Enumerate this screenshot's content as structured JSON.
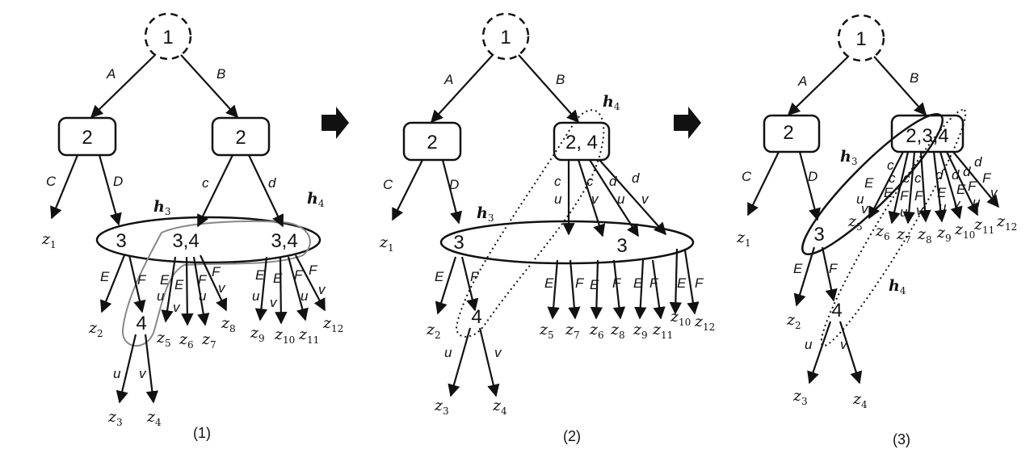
{
  "panels": [
    {
      "caption": "(1)",
      "nodes": {
        "root": "1",
        "left": "2",
        "right": "2",
        "mid_a": "3",
        "mid_b": "3,4",
        "mid_c": "3,4",
        "low": "4"
      },
      "edges": {
        "root_left": "A",
        "root_right": "B",
        "left_c": "C",
        "left_d": "D",
        "right_c": "c",
        "right_d": "d"
      },
      "info_sets": {
        "h3": "h3",
        "h4": "h4"
      },
      "leaves": [
        "z1",
        "z2",
        "z3",
        "z4",
        "z5",
        "z6",
        "z7",
        "z8",
        "z9",
        "z10",
        "z11",
        "z12"
      ]
    },
    {
      "caption": "(2)",
      "nodes": {
        "root": "1",
        "left": "2",
        "right": "2, 4",
        "mid_a": "3",
        "mid_b": "3",
        "low": "4"
      },
      "edges": {
        "root_left": "A",
        "root_right": "B",
        "left_c": "C",
        "left_d": "D"
      },
      "info_sets": {
        "h3": "h3",
        "h4": "h4"
      },
      "leaves": [
        "z1",
        "z2",
        "z3",
        "z4",
        "z5",
        "z7",
        "z6",
        "z8",
        "z9",
        "z11",
        "z10",
        "z12"
      ]
    },
    {
      "caption": "(3)",
      "nodes": {
        "root": "1",
        "left": "2",
        "right": "2,3,4",
        "mid": "3",
        "low": "4"
      },
      "edges": {
        "root_left": "A",
        "root_right": "B",
        "left_c": "C",
        "left_d": "D"
      },
      "info_sets": {
        "h3": "h3",
        "h4": "h4"
      },
      "leaves": [
        "z1",
        "z2",
        "z3",
        "z4",
        "z5",
        "z6",
        "z7",
        "z8",
        "z9",
        "z10",
        "z11",
        "z12"
      ]
    }
  ],
  "action_labels": {
    "E": "E",
    "F": "F",
    "u": "u",
    "v": "v",
    "c": "c",
    "d": "d"
  }
}
